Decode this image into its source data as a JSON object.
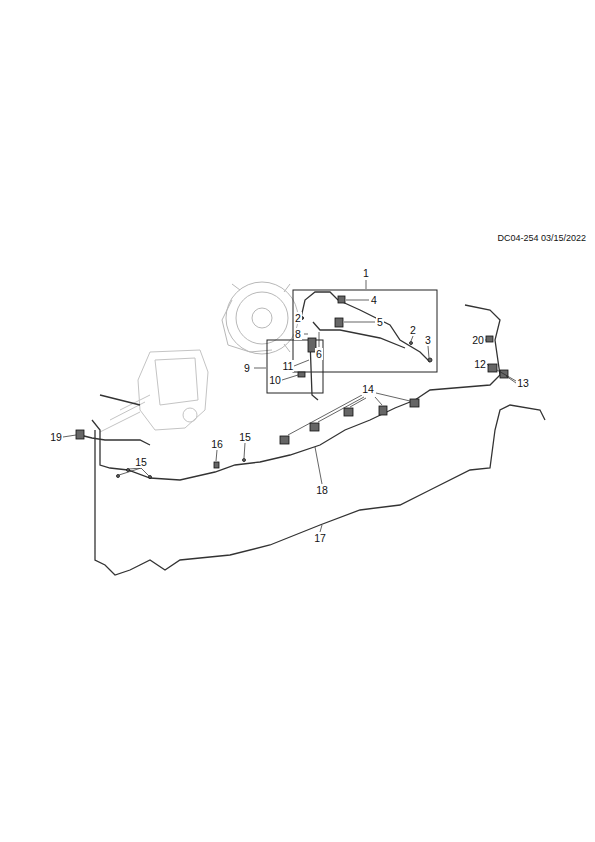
{
  "diagram": {
    "labels": [
      "DC04-254 03/15/2022",
      "1",
      "4",
      "2",
      "5",
      "2",
      "3",
      "8",
      "6",
      "9",
      "11",
      "10",
      "20",
      "12",
      "14",
      "13",
      "19",
      "15",
      "16",
      "15",
      "18",
      "17"
    ]
  }
}
